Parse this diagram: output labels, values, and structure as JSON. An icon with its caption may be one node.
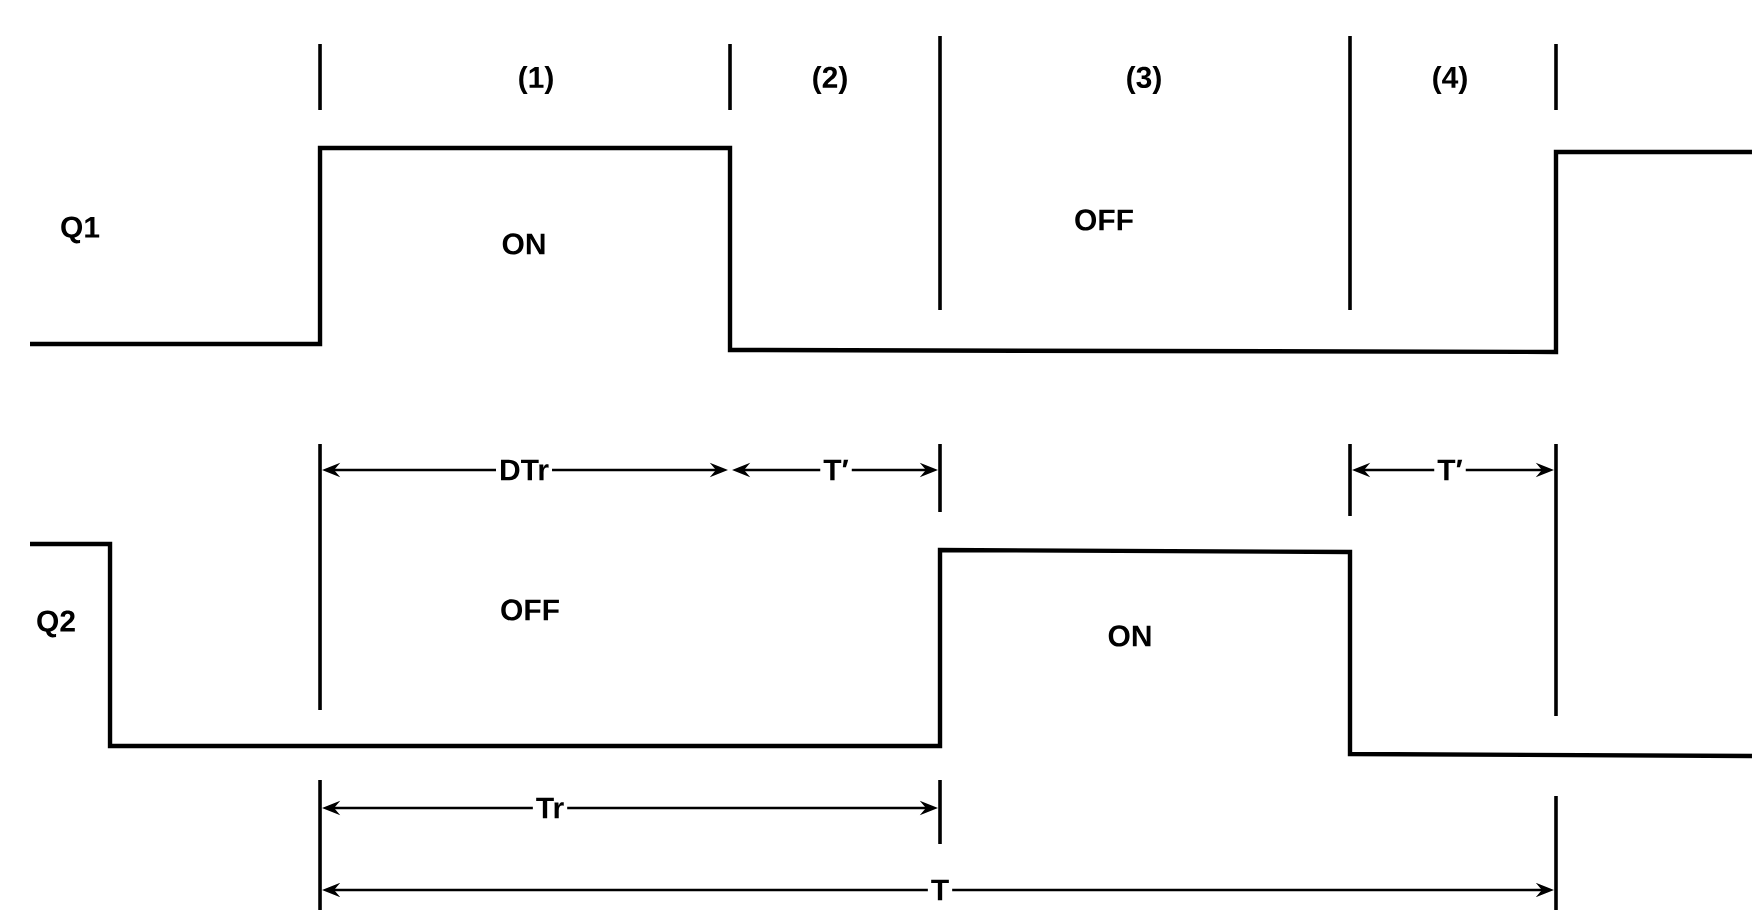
{
  "diagram": {
    "labels": [
      "(1)",
      "(2)",
      "(3)",
      "(4)",
      "Q1",
      "ON",
      "OFF",
      "DTr",
      "T′",
      "T′",
      "Q2",
      "OFF",
      "ON",
      "Tr",
      "T"
    ]
  }
}
